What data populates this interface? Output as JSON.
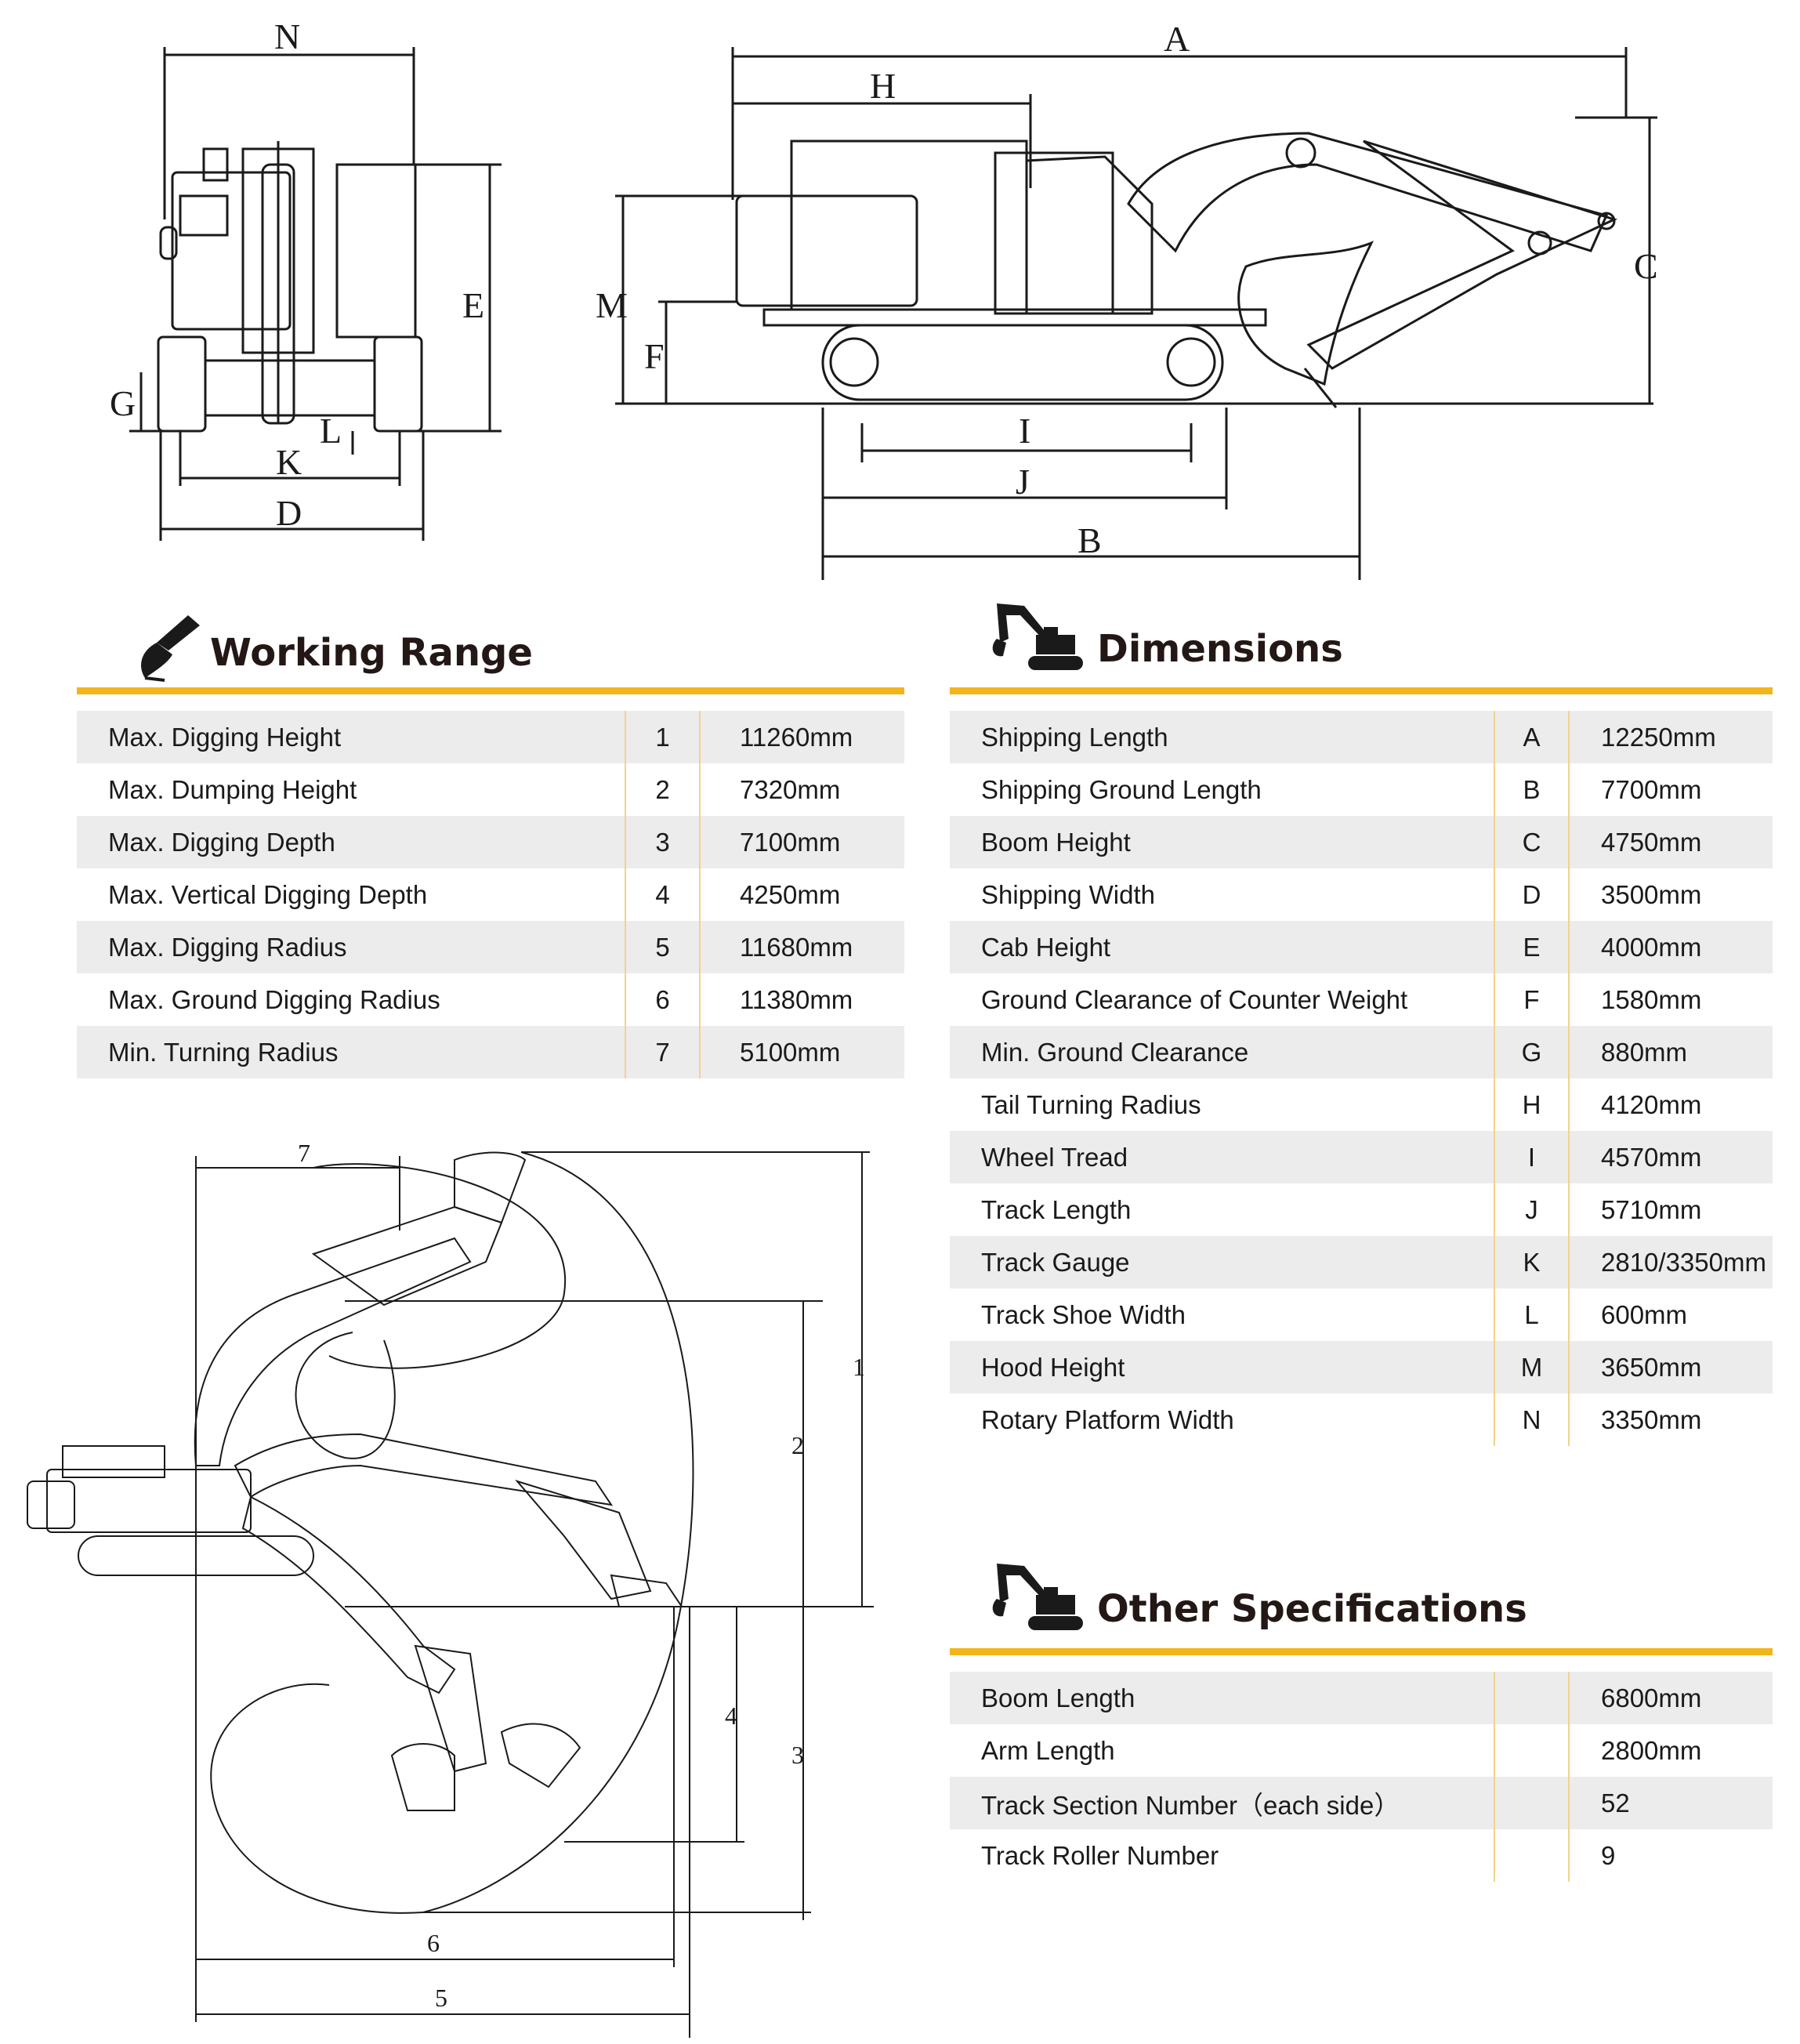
{
  "diagram": {
    "front_labels": [
      "N",
      "E",
      "G",
      "L",
      "K",
      "D"
    ],
    "side_labels": [
      "A",
      "H",
      "M",
      "F",
      "C",
      "I",
      "J",
      "B"
    ],
    "range_labels": [
      "7",
      "1",
      "2",
      "4",
      "3",
      "6",
      "5"
    ]
  },
  "working_range": {
    "title": "Working Range",
    "rows": [
      {
        "name": "Max. Digging Height",
        "code": "1",
        "value": "11260mm"
      },
      {
        "name": "Max. Dumping Height",
        "code": "2",
        "value": "7320mm"
      },
      {
        "name": "Max. Digging Depth",
        "code": "3",
        "value": "7100mm"
      },
      {
        "name": "Max. Vertical Digging Depth",
        "code": "4",
        "value": "4250mm"
      },
      {
        "name": "Max. Digging Radius",
        "code": "5",
        "value": "11680mm"
      },
      {
        "name": "Max. Ground Digging Radius",
        "code": "6",
        "value": "11380mm"
      },
      {
        "name": "Min. Turning Radius",
        "code": "7",
        "value": "5100mm"
      }
    ]
  },
  "dimensions": {
    "title": "Dimensions",
    "rows": [
      {
        "name": "Shipping Length",
        "code": "A",
        "value": "12250mm"
      },
      {
        "name": "Shipping Ground Length",
        "code": "B",
        "value": "7700mm"
      },
      {
        "name": "Boom Height",
        "code": "C",
        "value": "4750mm"
      },
      {
        "name": "Shipping Width",
        "code": "D",
        "value": "3500mm"
      },
      {
        "name": "Cab Height",
        "code": "E",
        "value": "4000mm"
      },
      {
        "name": "Ground Clearance of Counter Weight",
        "code": "F",
        "value": "1580mm"
      },
      {
        "name": "Min. Ground Clearance",
        "code": "G",
        "value": "880mm"
      },
      {
        "name": "Tail Turning Radius",
        "code": "H",
        "value": "4120mm"
      },
      {
        "name": "Wheel Tread",
        "code": "I",
        "value": "4570mm"
      },
      {
        "name": "Track Length",
        "code": "J",
        "value": "5710mm"
      },
      {
        "name": "Track Gauge",
        "code": "K",
        "value": "2810/3350mm"
      },
      {
        "name": "Track Shoe Width",
        "code": "L",
        "value": "600mm"
      },
      {
        "name": "Hood Height",
        "code": "M",
        "value": "3650mm"
      },
      {
        "name": "Rotary Platform Width",
        "code": "N",
        "value": "3350mm"
      }
    ]
  },
  "other_specifications": {
    "title": "Other Specifications",
    "rows": [
      {
        "name": "Boom Length",
        "code": "",
        "value": "6800mm"
      },
      {
        "name": "Arm Length",
        "code": "",
        "value": "2800mm"
      },
      {
        "name": "Track Section Number（each side）",
        "code": "",
        "value": "52"
      },
      {
        "name": "Track Roller Number",
        "code": "",
        "value": "9"
      }
    ]
  },
  "colors": {
    "accent": "#f3b51b",
    "row_shade": "#ececec",
    "ink": "#231815"
  }
}
